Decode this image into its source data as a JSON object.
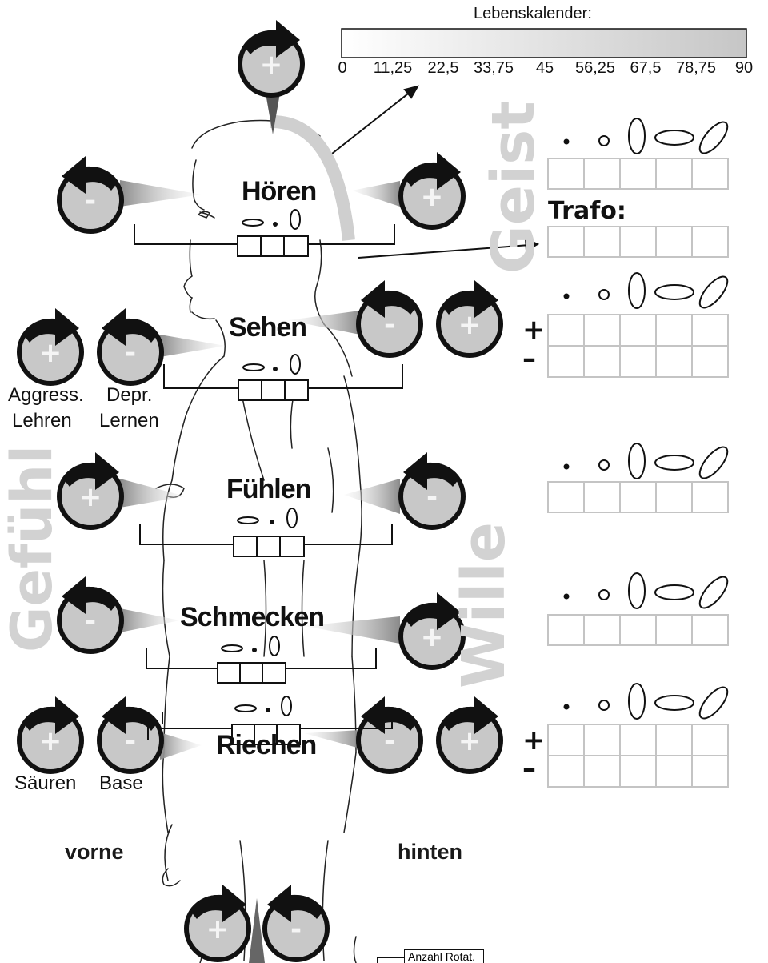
{
  "calendar": {
    "title": "Lebenskalender:",
    "ticks": [
      "0",
      "11,25",
      "22,5",
      "33,75",
      "45",
      "56,25",
      "67,5",
      "78,75",
      "90"
    ]
  },
  "vertical_words": {
    "geist": "Geist",
    "wille": "Wille",
    "gefuehl": "Gefühl"
  },
  "senses": {
    "hoeren": "Hören",
    "sehen": "Sehen",
    "fuehlen": "Fühlen",
    "schmecken": "Schmecken",
    "riechen": "Riechen"
  },
  "labels": {
    "aggress": "Aggress.",
    "depr": "Depr.",
    "lehren": "Lehren",
    "lernen": "Lernen",
    "saeuren": "Säuren",
    "base": "Base",
    "vorne": "vorne",
    "hinten": "hinten",
    "trafo": "Trafo:",
    "plus": "+",
    "minus": "–",
    "anzahl": "Anzahl Rotat."
  },
  "knob_signs": {
    "plus": "+",
    "minus": "-"
  },
  "colors": {
    "ink": "#111111",
    "knob_fill": "#c8c8c8",
    "grid_line": "#c4c4c4",
    "watermark": "#d2d2d2"
  }
}
